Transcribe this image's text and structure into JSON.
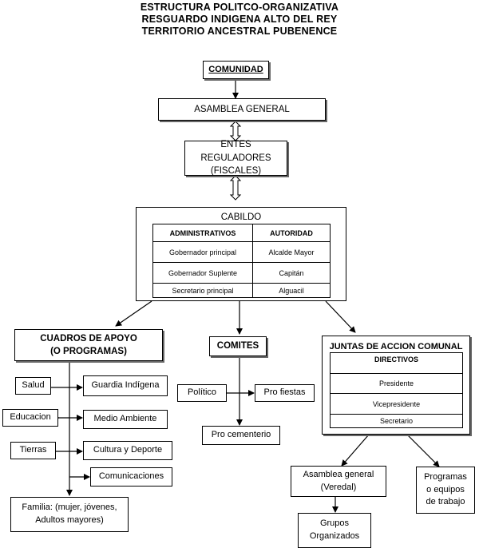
{
  "title": {
    "line1": "ESTRUCTURA POLITCO-ORGANIZATIVA",
    "line2": "RESGUARDO INDIGENA ALTO DEL REY",
    "line3": "TERRITORIO ANCESTRAL PUBENENCE"
  },
  "comunidad": "COMUNIDAD",
  "asamblea_general": "ASAMBLEA GENERAL",
  "entes": {
    "line1": "ENTES REGULADORES",
    "line2": "(FISCALES)"
  },
  "cabildo": {
    "title": "CABILDO",
    "headers": [
      "ADMINISTRATIVOS",
      "AUTORIDAD"
    ],
    "rows": [
      [
        "Gobernador principal",
        "Alcalde Mayor"
      ],
      [
        "Gobernador Suplente",
        "Capitán"
      ],
      [
        "Secretario principal",
        "Alguacil"
      ]
    ]
  },
  "cuadros": {
    "title_line1": "CUADROS DE APOYO",
    "title_line2": "(O PROGRAMAS)",
    "left": [
      "Salud",
      "Educacion",
      "Tierras"
    ],
    "right": [
      "Guardia Indígena",
      "Medio Ambiente",
      "Cultura y Deporte",
      "Comunicaciones"
    ],
    "familia_line1": "Familia: (mujer, jóvenes,",
    "familia_line2": "Adultos mayores)"
  },
  "comites": {
    "title": "COMITES",
    "politico": "Político",
    "fiestas": "Pro fiestas",
    "cementerio": "Pro cementerio"
  },
  "juntas": {
    "title": "JUNTAS DE ACCION COMUNAL",
    "header": "DIRECTIVOS",
    "rows": [
      "Presidente",
      "Vicepresidente",
      "Secretario"
    ],
    "asamblea_line1": "Asamblea general",
    "asamblea_line2": "(Veredal)",
    "programas_line1": "Programas",
    "programas_line2": "o equipos",
    "programas_line3": "de trabajo",
    "grupos_line1": "Grupos",
    "grupos_line2": "Organizados"
  }
}
